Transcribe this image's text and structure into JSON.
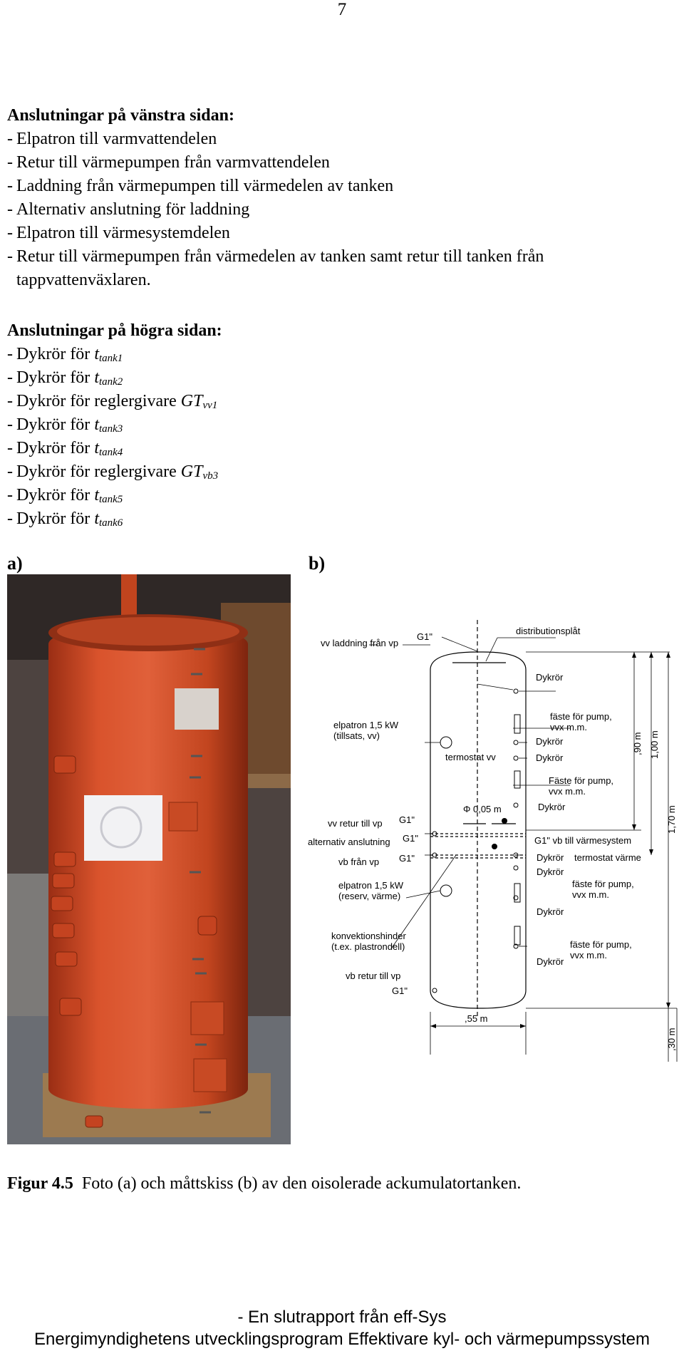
{
  "page_number": "7",
  "left_section": {
    "heading": "Anslutningar på vänstra sidan:",
    "items": [
      "Elpatron till varmvattendelen",
      "Retur till värmepumpen från varmvattendelen",
      "Laddning från värmepumpen till värmedelen av tanken",
      "Alternativ anslutning för laddning",
      "Elpatron till värmesystemdelen",
      "Retur till värmepumpen från värmedelen av tanken samt retur till tanken från",
      "tappvattenväxlaren."
    ]
  },
  "right_section": {
    "heading": "Anslutningar på högra sidan:",
    "items": [
      {
        "text": "Dykrör för ",
        "sym": "t",
        "sub": "tank1"
      },
      {
        "text": "Dykrör för ",
        "sym": "t",
        "sub": "tank2"
      },
      {
        "text": "Dykrör för reglergivare ",
        "sym": "GT",
        "sub": "vv1"
      },
      {
        "text": "Dykrör för ",
        "sym": "t",
        "sub": "tank3"
      },
      {
        "text": "Dykrör för ",
        "sym": "t",
        "sub": "tank4"
      },
      {
        "text": "Dykrör för reglergivare ",
        "sym": "GT",
        "sub": "vb3"
      },
      {
        "text": "Dykrör för ",
        "sym": "t",
        "sub": "tank5"
      },
      {
        "text": "Dykrör för ",
        "sym": "t",
        "sub": "tank6"
      }
    ]
  },
  "panel_a_label": "a)",
  "panel_b_label": "b)",
  "sketch_labels": {
    "vv_laddning": "vv laddning från vp",
    "g1_top": "G1\"",
    "distributionsplat": "distributionsplåt",
    "dykror": "Dykrör",
    "faste_pump_1": "fäste för pump,",
    "vvx_mm": "vvx m.m.",
    "elpatron_1": "elpatron 1,5 kW",
    "tillsats": "(tillsats, vv)",
    "termostat_vv": "termostat vv",
    "faste_pump_2": "Fäste för pump,",
    "phi": "Φ 0,05 m",
    "vv_retur": "vv retur till vp",
    "g1": "G1\"",
    "alternativ": "alternativ anslutning",
    "vb_fran": "vb från vp",
    "g1_vb": "G1\" vb till värmesystem",
    "termostat_varme": "termostat värme",
    "elpatron_2": "elpatron 1,5 kW",
    "reserv": "(reserv, värme)",
    "konvektion": "konvektionshinder",
    "plastrondell": "(t.ex. plastrondell)",
    "faste_pump_3": "fäste för pump,",
    "vb_retur": "vb retur till vp",
    "dim_55": ",55 m",
    "dim_90": ",90 m",
    "dim_100": "1,00 m",
    "dim_170": "1,70 m",
    "dim_30": ",30 m"
  },
  "caption": {
    "label": "Figur 4.5",
    "text": "Foto (a) och måttskiss (b) av den oisolerade ackumulatortanken."
  },
  "footer": {
    "line1": "- En slutrapport från eff-Sys",
    "line2": "Energimyndighetens utvecklingsprogram Effektivare kyl- och värmepumpssystem"
  }
}
